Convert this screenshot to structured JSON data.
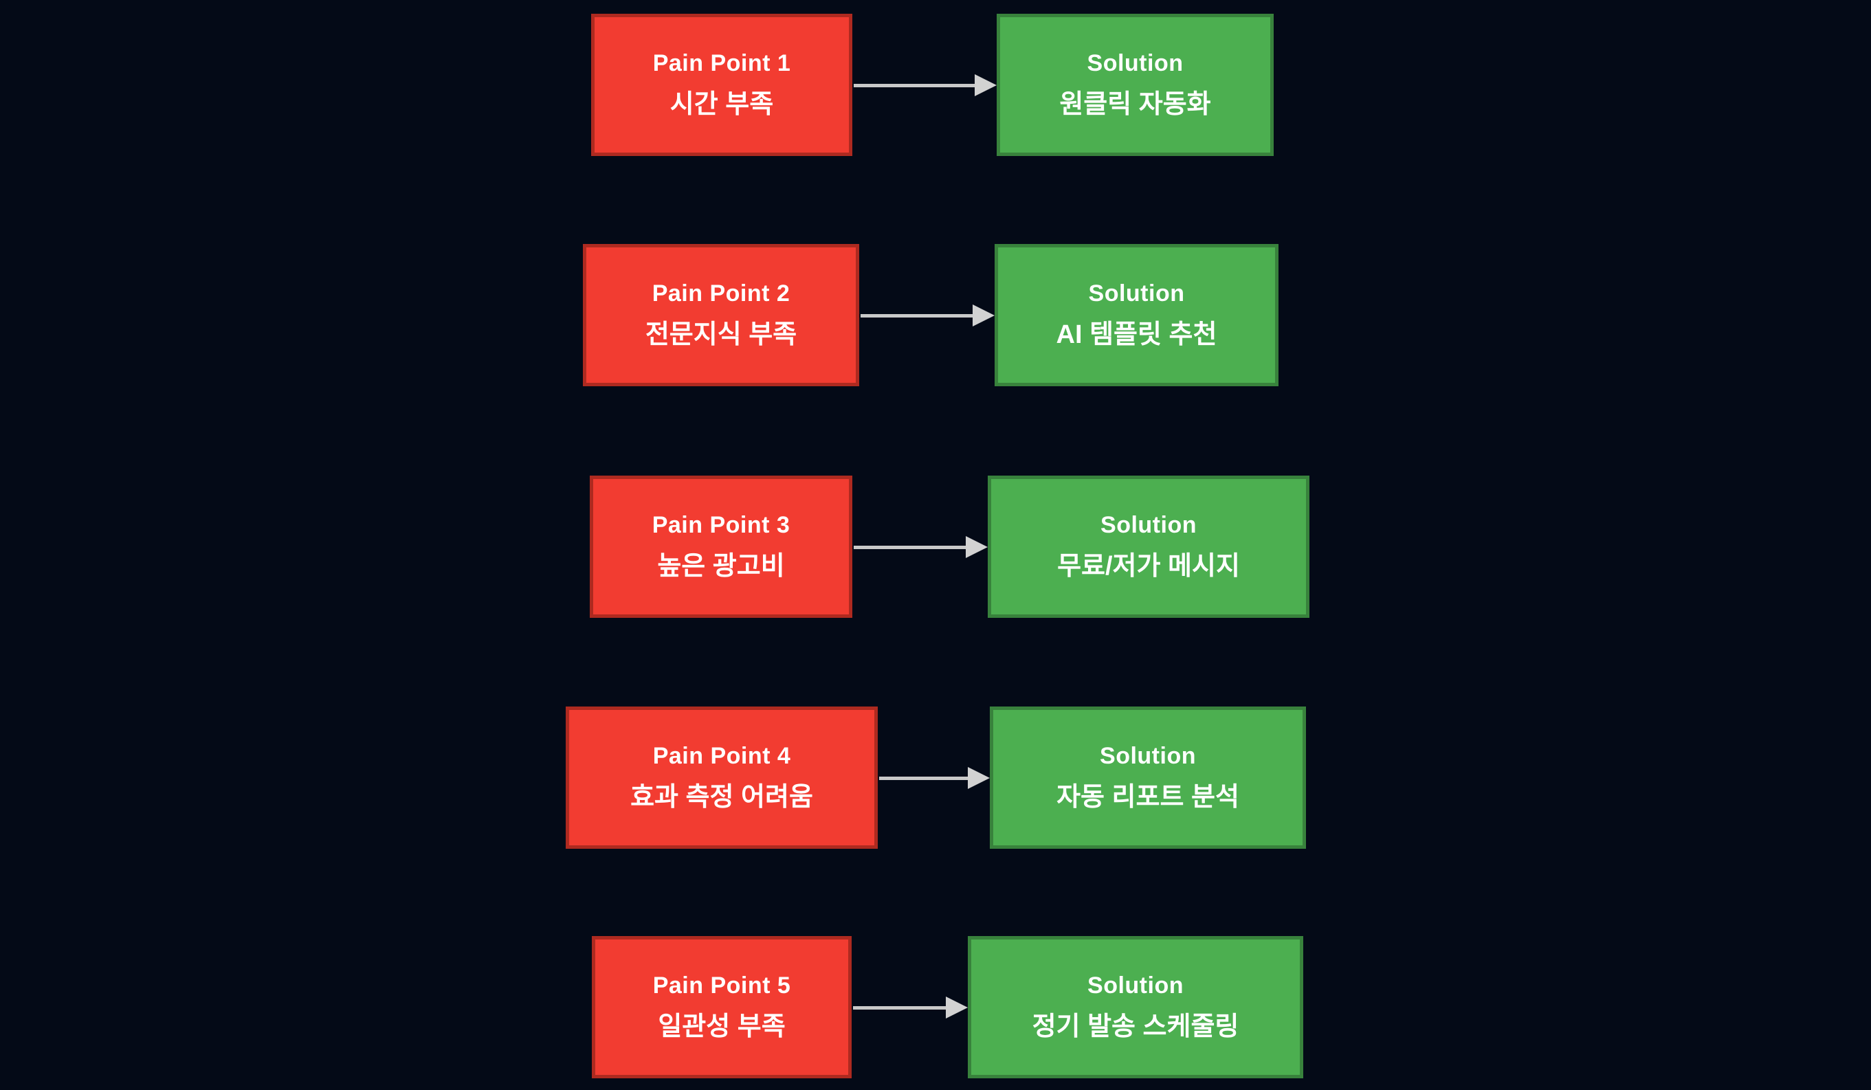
{
  "diagram": {
    "type": "pain-point-to-solution-flow",
    "background_color": "#040a17",
    "arrow_color": "#c9c9c9",
    "arrow_icon": "right-arrow-icon",
    "pain_box": {
      "fill": "#f23c31",
      "border": "#ae2a20",
      "text_color": "#ffffff"
    },
    "solution_box": {
      "fill": "#4caf50",
      "border": "#38823c",
      "text_color": "#ffffff"
    }
  },
  "rows": [
    {
      "pain": {
        "title": "Pain Point 1",
        "subtitle": "시간 부족"
      },
      "solution": {
        "title": "Solution",
        "subtitle": "원클릭 자동화"
      }
    },
    {
      "pain": {
        "title": "Pain Point 2",
        "subtitle": "전문지식 부족"
      },
      "solution": {
        "title": "Solution",
        "subtitle": "AI 템플릿 추천"
      }
    },
    {
      "pain": {
        "title": "Pain Point 3",
        "subtitle": "높은 광고비"
      },
      "solution": {
        "title": "Solution",
        "subtitle": "무료/저가 메시지"
      }
    },
    {
      "pain": {
        "title": "Pain Point 4",
        "subtitle": "효과 측정 어려움"
      },
      "solution": {
        "title": "Solution",
        "subtitle": "자동 리포트 분석"
      }
    },
    {
      "pain": {
        "title": "Pain Point 5",
        "subtitle": "일관성 부족"
      },
      "solution": {
        "title": "Solution",
        "subtitle": "정기 발송 스케줄링"
      }
    }
  ]
}
